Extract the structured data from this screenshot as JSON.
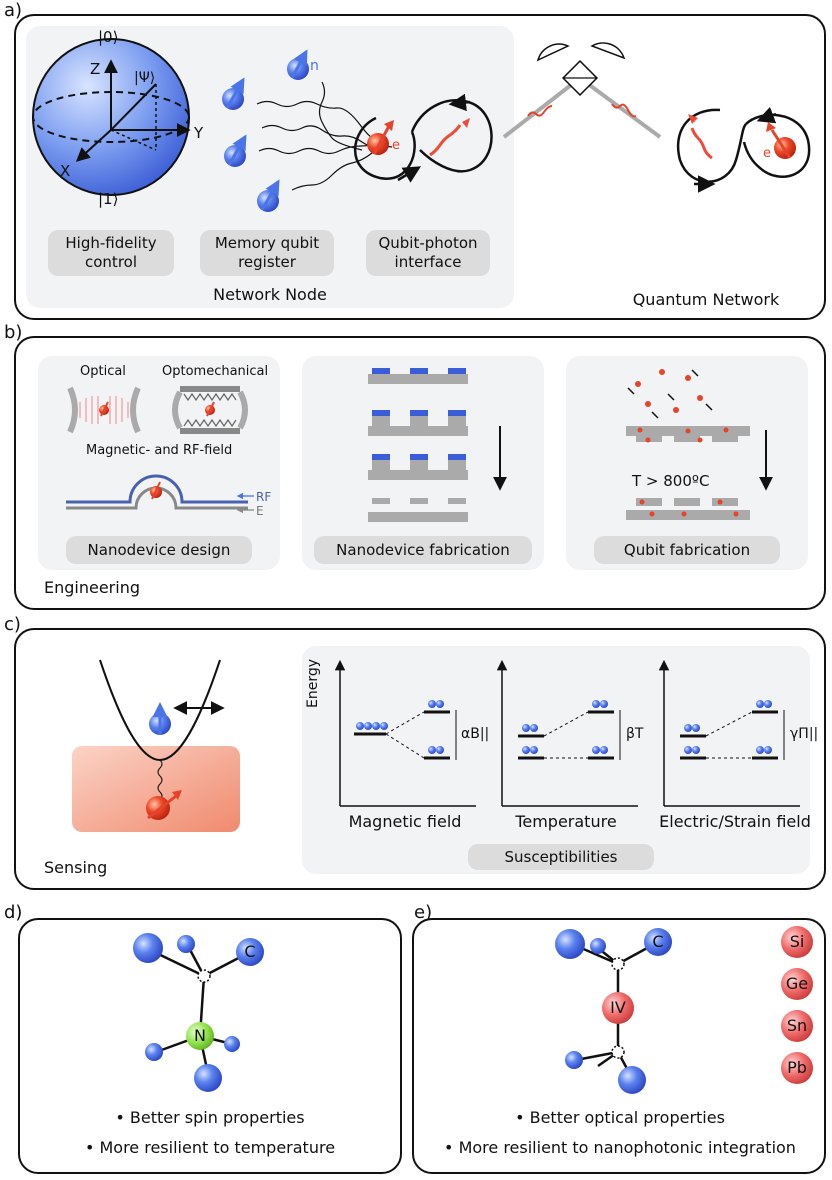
{
  "panel_a": {
    "label": "a)",
    "bloch": {
      "ket0": "|0⟩",
      "ket1": "|1⟩",
      "psi": "|Ψ⟩",
      "x": "X",
      "y": "Y",
      "z": "Z"
    },
    "spin_n": "n",
    "spin_e": "e",
    "spin_e2": "e",
    "pill_control": [
      "High-fidelity",
      "control"
    ],
    "pill_memory": [
      "Memory qubit",
      "register"
    ],
    "pill_interface": [
      "Qubit-photon",
      "interface"
    ],
    "node_label": "Network Node",
    "network_label": "Quantum Network"
  },
  "panel_b": {
    "label": "b)",
    "optical": "Optical",
    "optomechanical": "Optomechanical",
    "magnetic_rf": "Magnetic- and RF-field",
    "rf": "RF",
    "e": "E",
    "pill_design": "Nanodevice design",
    "pill_nanofab": "Nanodevice fabrication",
    "temperature": "T > 800ºC",
    "pill_qubitfab": "Qubit fabrication",
    "engineering": "Engineering"
  },
  "panel_c": {
    "label": "c)",
    "sensing": "Sensing",
    "energy": "Energy",
    "alpha": "αB||",
    "beta": "βT",
    "gamma": "γΠ||",
    "x_magnetic": "Magnetic field",
    "x_temperature": "Temperature",
    "x_electric": "Electric/Strain field",
    "pill_susc": "Susceptibilities"
  },
  "panel_d": {
    "label": "d)",
    "c_atom": "C",
    "n_atom": "N",
    "bullet1": "• Better spin properties",
    "bullet2": "• More resilient to temperature"
  },
  "panel_e": {
    "label": "e)",
    "c_atom": "C",
    "iv_atom": "IV",
    "elements": [
      "Si",
      "Ge",
      "Sn",
      "Pb"
    ],
    "bullet1": "• Better optical properties",
    "bullet2": "• More resilient to nanophotonic integration"
  },
  "colors": {
    "blue": "#4a74e8",
    "red": "#e5432b",
    "green": "#8fe04a",
    "pink": "#f07070",
    "gray": "#9a9a9a"
  }
}
